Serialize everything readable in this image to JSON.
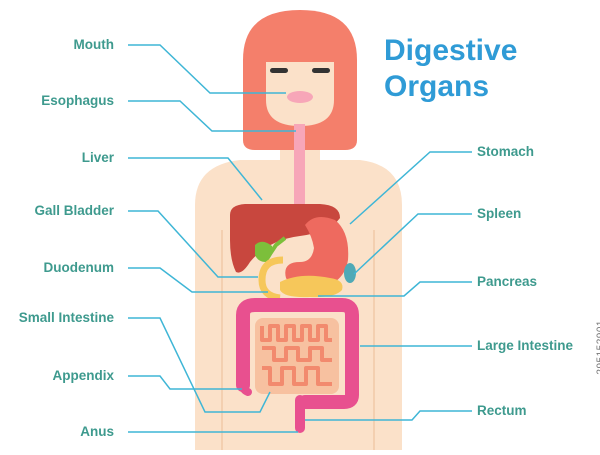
{
  "title": {
    "line1": "Digestive",
    "line2": "Organs"
  },
  "labels": {
    "mouth": "Mouth",
    "esophagus": "Esophagus",
    "liver": "Liver",
    "gall_bladder": "Gall Bladder",
    "duodenum": "Duodenum",
    "small_intestine": "Small Intestine",
    "appendix": "Appendix",
    "anus": "Anus",
    "stomach": "Stomach",
    "spleen": "Spleen",
    "pancreas": "Pancreas",
    "large_intestine": "Large Intestine",
    "rectum": "Rectum"
  },
  "watermark": "295152901",
  "colors": {
    "label_text": "#3e9a8e",
    "leader_line": "#3fb6d6",
    "title": "#2f9bd6",
    "hair": "#f47f6b",
    "skin": "#fbe1c9",
    "liver": "#c8473e",
    "stomach": "#ee6a5f",
    "intestine": "#e8508f",
    "small_intestine": "#f28a6e",
    "pancreas": "#f6c75a",
    "gall_bladder": "#7cbf3b",
    "spleen": "#4fa9b6",
    "esophagus": "#f7a6b8"
  }
}
